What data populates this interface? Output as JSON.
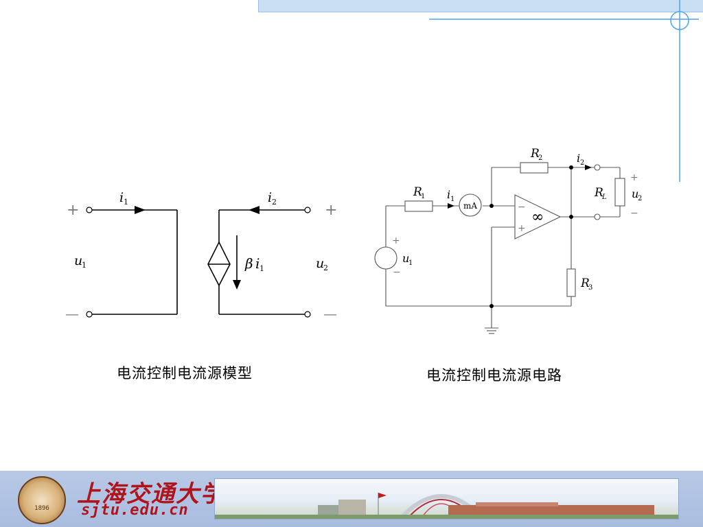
{
  "left_diagram": {
    "caption": "电流控制电流源模型",
    "labels": {
      "plus_left": "+",
      "minus_left": "—",
      "plus_right": "+",
      "minus_right": "—",
      "i1_var": "i",
      "i1_sub": "1",
      "i2_var": "i",
      "i2_sub": "2",
      "u1_var": "u",
      "u1_sub": "1",
      "u2_var": "u",
      "u2_sub": "2",
      "beta": "β",
      "src_var": "i",
      "src_sub": "1"
    }
  },
  "right_diagram": {
    "caption": "电流控制电流源电路",
    "labels": {
      "R1_var": "R",
      "R1_sub": "1",
      "R2_var": "R",
      "R2_sub": "2",
      "R3_var": "R",
      "R3_sub": "3",
      "RL_var": "R",
      "RL_sub": "L",
      "i1_var": "i",
      "i1_sub": "1",
      "i2_var": "i",
      "i2_sub": "2",
      "u1_var": "u",
      "u1_sub": "1",
      "u2_var": "u",
      "u2_sub": "2",
      "meter": "mA",
      "opamp_inf": "∞",
      "opamp_minus": "−",
      "opamp_plus": "+",
      "src_plus": "+",
      "src_minus": "−",
      "out_plus": "+",
      "out_minus": "−"
    }
  },
  "footer": {
    "university_name": "上海交通大学",
    "url": "sjtu.edu.cn",
    "seal_year": "1896"
  }
}
